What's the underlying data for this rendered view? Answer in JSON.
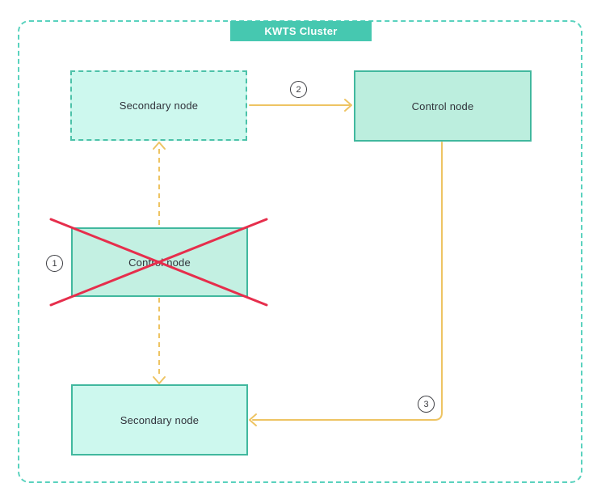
{
  "cluster": {
    "title": "KWTS Cluster"
  },
  "nodes": {
    "secondary_top": {
      "label": "Secondary node"
    },
    "control_active": {
      "label": "Control node"
    },
    "control_failed": {
      "label": "Control node"
    },
    "secondary_bottom": {
      "label": "Secondary node"
    }
  },
  "steps": {
    "step1": "1",
    "step2": "2",
    "step3": "3"
  },
  "colors": {
    "boundary_dashed_teal": "#5ad2be",
    "node_border_teal": "#41b89e",
    "node_border_dashed_teal": "#4cc2a9",
    "badge_background": "#46c8b0",
    "badge_text": "#ffffff",
    "fill_mint_light": "#cdf8ee",
    "fill_mint_medium": "#bceede",
    "fill_mint_failed": "#c3f0e2",
    "arrow_yellow": "#eec463",
    "cross_red": "#e62e4c",
    "label_text": "#30323a"
  }
}
